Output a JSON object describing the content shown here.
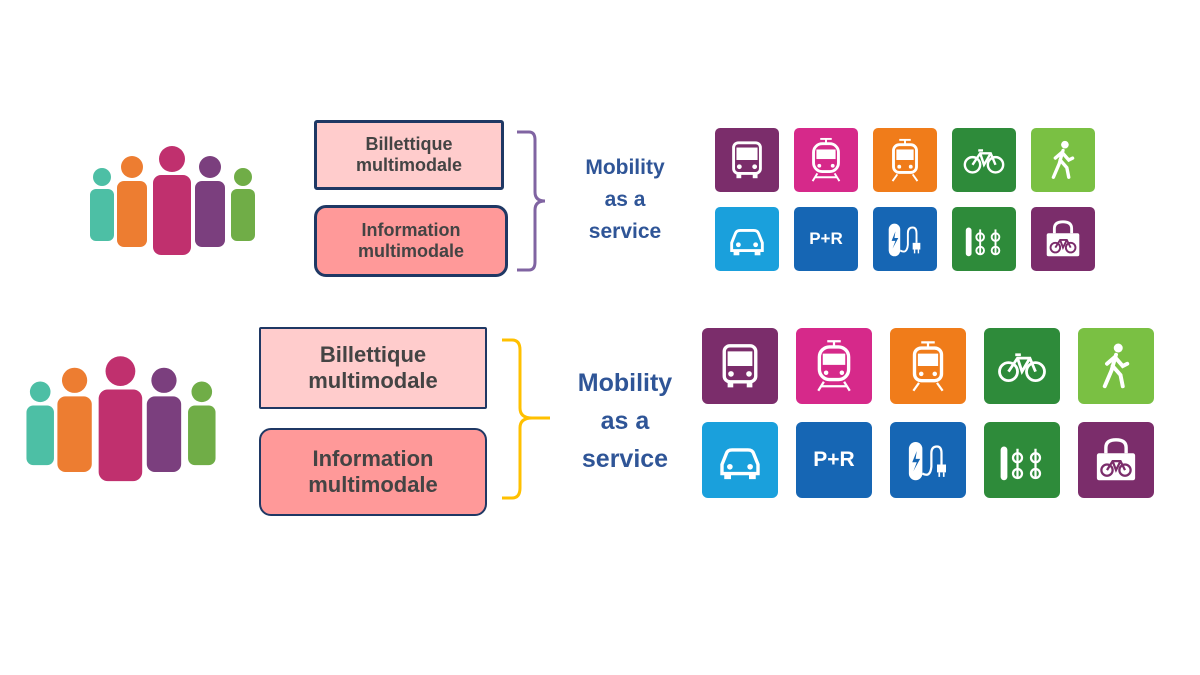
{
  "rows": [
    {
      "billettique": {
        "line1": "Billettique",
        "line2": "multimodale"
      },
      "information": {
        "line1": "Information",
        "line2": "multimodale"
      },
      "maas": {
        "line1": "Mobility",
        "line2": "as a",
        "line3": "service"
      },
      "brace_color": "#8064a2"
    },
    {
      "billettique": {
        "line1": "Billettique",
        "line2": "multimodale"
      },
      "information": {
        "line1": "Information",
        "line2": "multimodale"
      },
      "maas": {
        "line1": "Mobility",
        "line2": "as a",
        "line3": "service"
      },
      "brace_color": "#ffc000"
    }
  ],
  "people_colors": [
    "#4dbfa5",
    "#ed7d31",
    "#c0306e",
    "#7b3f7e",
    "#70ad47"
  ],
  "tiles": [
    {
      "icon": "bus-icon",
      "color": "#7b2d6b"
    },
    {
      "icon": "train-icon",
      "color": "#d6298a"
    },
    {
      "icon": "tram-icon",
      "color": "#f07c1a"
    },
    {
      "icon": "bicycle-icon",
      "color": "#2e8b3a"
    },
    {
      "icon": "pedestrian-icon",
      "color": "#7ac043"
    },
    {
      "icon": "car-icon",
      "color": "#1aa0dc"
    },
    {
      "icon": "park-and-ride-icon",
      "color": "#1666b4",
      "label": "P+R"
    },
    {
      "icon": "ev-charging-icon",
      "color": "#1666b4"
    },
    {
      "icon": "bike-sharing-icon",
      "color": "#2e8b3a"
    },
    {
      "icon": "bike-locker-icon",
      "color": "#7b2d6b"
    }
  ]
}
